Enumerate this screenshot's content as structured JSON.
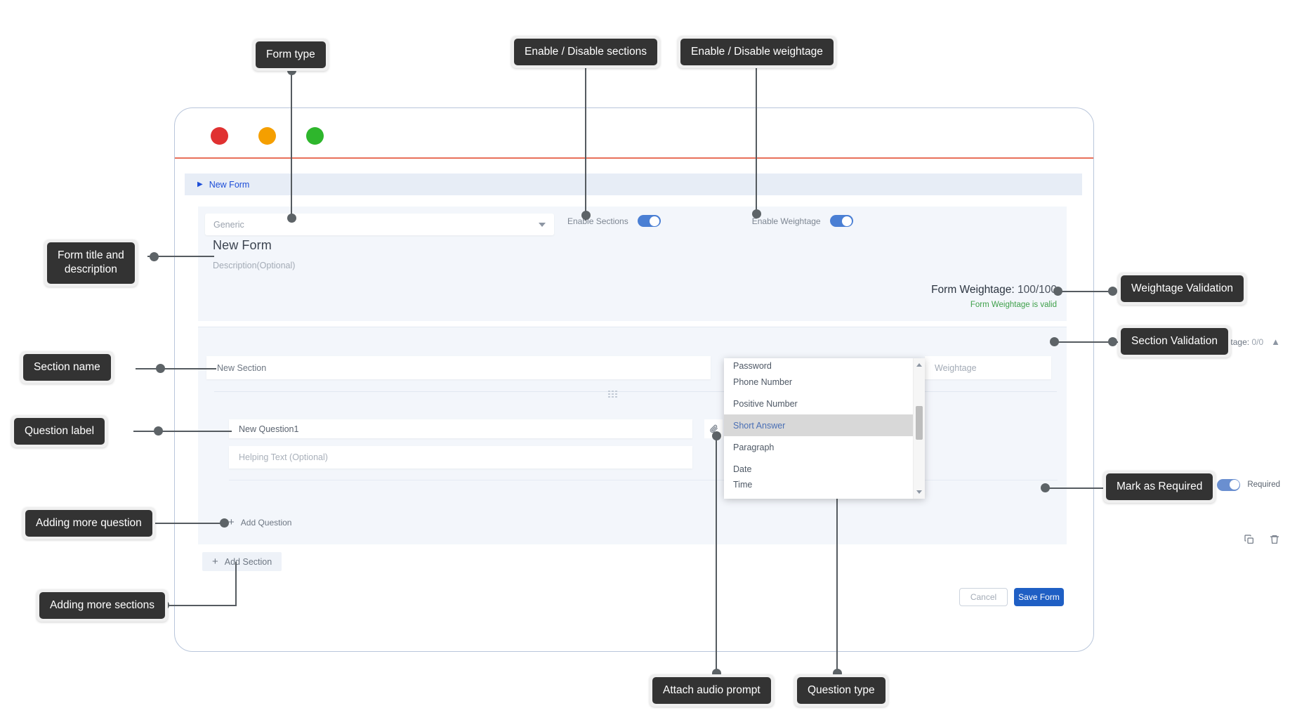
{
  "window": {
    "traffic_lights": [
      "close-red",
      "minimize-yellow",
      "maximize-green"
    ]
  },
  "breadcrumb": {
    "caret": "▶",
    "label": "New Form"
  },
  "form": {
    "type_value": "Generic",
    "title": "New Form",
    "description_placeholder": "Description(Optional)",
    "toggles": [
      {
        "label": "Enable Sections",
        "state": "on"
      },
      {
        "label": "Enable Weightage",
        "state": "on"
      }
    ],
    "weightage_label": "Form Weightage: ",
    "weightage_value": "100/100",
    "weightage_valid_text": "Form Weightage is valid"
  },
  "section": {
    "weight_label": "Section Weightage: ",
    "weight_value": "0/0",
    "collapse_icon": "chevron-up",
    "name_value": "New Section",
    "weightage_placeholder": "Weightage",
    "add_question_label": "Add Question",
    "add_section_label": "Add Section"
  },
  "question": {
    "label_value": "New Question1",
    "helping_text_placeholder": "Helping Text (Optional)",
    "attach_icon": "paperclip-icon",
    "copy_icon": "copy-icon",
    "delete_icon": "trash-icon",
    "required_label": "Required",
    "required_state": "on"
  },
  "question_type_dropdown": {
    "options": [
      "Password",
      "Phone Number",
      "Positive Number",
      "Short Answer",
      "Paragraph",
      "Date",
      "Time"
    ],
    "selected": "Short Answer",
    "scroll_up_arrow": "▲",
    "scroll_down_arrow": "▼"
  },
  "footer": {
    "cancel_label": "Cancel",
    "save_label": "Save Form"
  },
  "annotations": [
    {
      "id": "form-type",
      "text": "Form type"
    },
    {
      "id": "enable-sections",
      "text": "Enable / Disable sections"
    },
    {
      "id": "enable-weightage",
      "text": "Enable / Disable weightage"
    },
    {
      "id": "form-title-desc",
      "text": "Form title and\ndescription"
    },
    {
      "id": "weightage-validation",
      "text": "Weightage Validation"
    },
    {
      "id": "section-validation",
      "text": "Section Validation"
    },
    {
      "id": "section-name",
      "text": "Section name"
    },
    {
      "id": "question-label",
      "text": "Question label"
    },
    {
      "id": "mark-as-required",
      "text": "Mark as Required"
    },
    {
      "id": "adding-more-question",
      "text": "Adding more question"
    },
    {
      "id": "adding-more-sections",
      "text": "Adding more sections"
    },
    {
      "id": "attach-audio-prompt",
      "text": "Attach audio prompt"
    },
    {
      "id": "question-type",
      "text": "Question type"
    }
  ],
  "colors": {
    "accent_blue": "#1f5fc4",
    "link_blue": "#1d4ed8",
    "valid_green": "#3ea04a",
    "toggle_blue": "#4a7fd4",
    "callout_bg": "#333333",
    "panel_bg": "#f3f6fb",
    "breadcrumb_bg": "#e7edf6"
  }
}
